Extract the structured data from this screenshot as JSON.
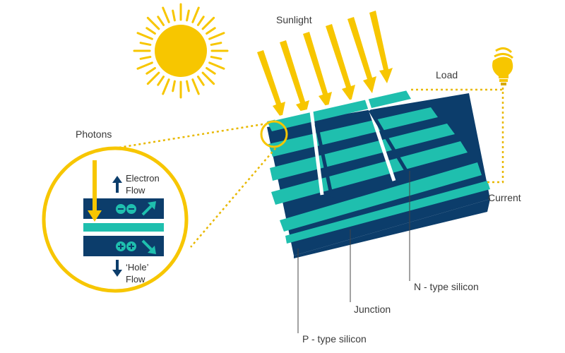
{
  "labels": {
    "sunlight": "Sunlight",
    "load": "Load",
    "photons": "Photons",
    "current": "Current",
    "electron_flow_line1": "Electron",
    "electron_flow_line2": "Flow",
    "hole_flow_line1": "‘Hole’",
    "hole_flow_line2": "Flow",
    "n_type": "N - type silicon",
    "junction": "Junction",
    "p_type": "P - type silicon"
  },
  "colors": {
    "sun": "#f7c600",
    "teal": "#1fbfae",
    "navy": "#0c3d6b",
    "dotted_line": "#e8b800"
  },
  "icons": {
    "sun": "sun-icon",
    "bulb": "light-bulb-icon"
  }
}
